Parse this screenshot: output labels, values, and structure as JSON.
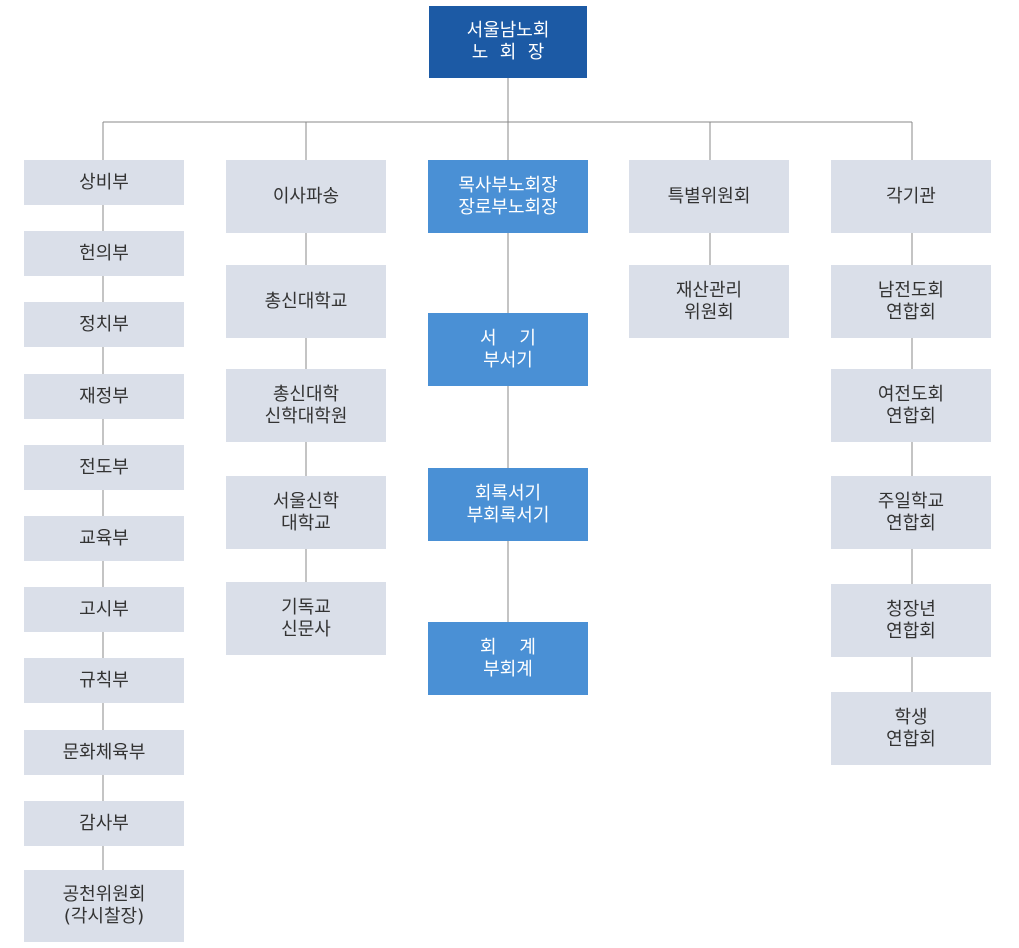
{
  "top": {
    "line1": "서울남노회",
    "line2": "노  회  장"
  },
  "column1": [
    {
      "line1": "상비부"
    },
    {
      "line1": "헌의부"
    },
    {
      "line1": "정치부"
    },
    {
      "line1": "재정부"
    },
    {
      "line1": "전도부"
    },
    {
      "line1": "교육부"
    },
    {
      "line1": "고시부"
    },
    {
      "line1": "규칙부"
    },
    {
      "line1": "문화체육부"
    },
    {
      "line1": "감사부"
    },
    {
      "line1": "공천위원회",
      "line2": "(각시찰장)"
    }
  ],
  "column2": [
    {
      "line1": "이사파송"
    },
    {
      "line1": "총신대학교"
    },
    {
      "line1": "총신대학",
      "line2": "신학대학원"
    },
    {
      "line1": "서울신학",
      "line2": "대학교"
    },
    {
      "line1": "기독교",
      "line2": "신문사"
    }
  ],
  "column3": [
    {
      "line1": "목사부노회장",
      "line2": "장로부노회장"
    },
    {
      "line1": "서    기",
      "line2": "부서기"
    },
    {
      "line1": "회록서기",
      "line2": "부회록서기"
    },
    {
      "line1": "회    계",
      "line2": "부회계"
    }
  ],
  "column4": [
    {
      "line1": "특별위원회"
    },
    {
      "line1": "재산관리",
      "line2": "위원회"
    }
  ],
  "column5": [
    {
      "line1": "각기관"
    },
    {
      "line1": "남전도회",
      "line2": "연합회"
    },
    {
      "line1": "여전도회",
      "line2": "연합회"
    },
    {
      "line1": "주일학교",
      "line2": "연합회"
    },
    {
      "line1": "청장년",
      "line2": "연합회"
    },
    {
      "line1": "학생",
      "line2": "연합회"
    }
  ],
  "colors": {
    "navy": "#1c5aa5",
    "blue": "#4a90d5",
    "gray": "#dadfe9",
    "line": "#888888"
  }
}
